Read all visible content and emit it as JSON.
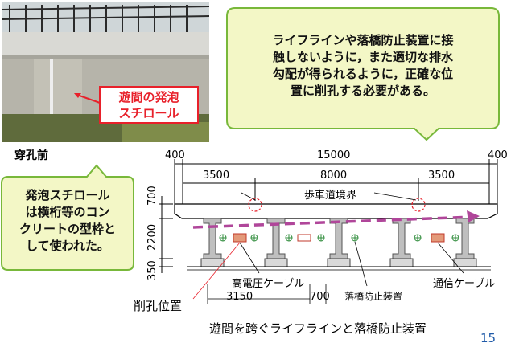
{
  "photo": {
    "label_line1": "遊間の発泡",
    "label_line2": "スチロール",
    "caption": "穿孔前"
  },
  "callout_top": {
    "lines": [
      "ライフラインや落橋防止装置に接",
      "触しないように，また適切な排水",
      "勾配が得られるように，正確な位",
      "置に削孔する必要がある。"
    ]
  },
  "callout_left": {
    "lines": [
      "発泡スチロール",
      "は横桁等のコン",
      "クリートの型枠と",
      "して使われた。"
    ]
  },
  "diagram": {
    "dim_top_left": "400",
    "dim_top_total": "15000",
    "dim_top_right": "400",
    "dim_lane_left": "3500",
    "dim_lane_center": "8000",
    "dim_lane_right": "3500",
    "dim_v_700": "700",
    "dim_v_2200": "2200",
    "dim_v_350": "350",
    "label_curb": "歩車道境界",
    "label_hv_cable": "高電圧ケーブル",
    "label_comm_cable": "通信ケーブル",
    "label_fall_prevention": "落橋防止装置",
    "label_drill_position": "削孔位置",
    "dim_bottom_3150": "3150",
    "dim_bottom_700": "700",
    "title": "遊間を跨ぐライフラインと落橋防止装置"
  },
  "page_number": "15",
  "colors": {
    "callout_fill": "#f3f7c6",
    "callout_border": "#78b83a",
    "highlight_red": "#e8202a",
    "arrow_magenta": "#b0469a",
    "girder_gray": "#bfbfbf",
    "page_number_blue": "#1f5aa8"
  }
}
